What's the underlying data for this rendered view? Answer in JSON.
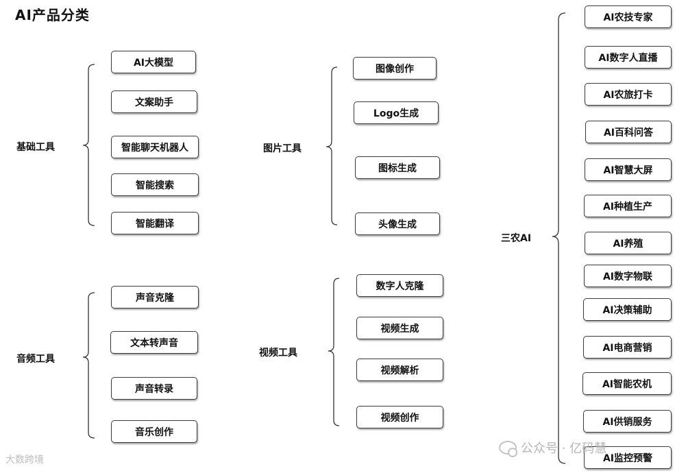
{
  "title": "AI产品分类",
  "groups": {
    "basic": {
      "label": "基础工具",
      "items": [
        "AI大模型",
        "文案助手",
        "智能聊天机器人",
        "智能搜索",
        "智能翻译"
      ]
    },
    "image": {
      "label": "图片工具",
      "items": [
        "图像创作",
        "Logo生成",
        "图标生成",
        "头像生成"
      ]
    },
    "audio": {
      "label": "音频工具",
      "items": [
        "声音克隆",
        "文本转声音",
        "声音转录",
        "音乐创作"
      ]
    },
    "video": {
      "label": "视频工具",
      "items": [
        "数字人克隆",
        "视频生成",
        "视频解析",
        "视频创作"
      ]
    },
    "farm": {
      "label": "三农AI",
      "items": [
        "AI农技专家",
        "AI数字人直播",
        "AI农旅打卡",
        "AI百科问答",
        "AI智慧大屏",
        "AI种植生产",
        "AI养殖",
        "AI数字物联",
        "AI决策辅助",
        "AI电商营销",
        "AI智能农机",
        "AI供销服务",
        "AI监控预警"
      ]
    }
  },
  "watermarks": {
    "wechat": "公众号 · 亿码慧",
    "corner": "大数跨境"
  }
}
